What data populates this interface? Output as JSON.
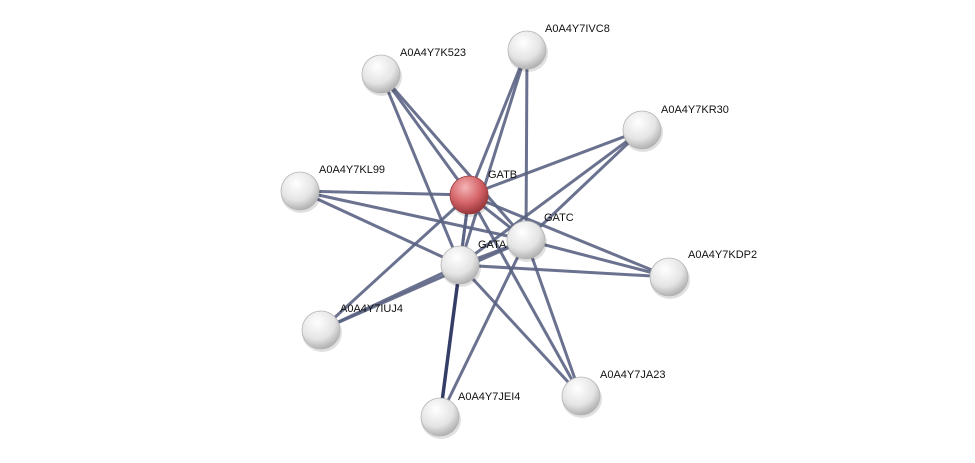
{
  "network": {
    "query_protein": "GATB",
    "colors": {
      "query_node": "#d25a5f",
      "node": "#e8e8e8",
      "edge": "#5b6383",
      "strong_edge": "#2f3760"
    },
    "nodes": [
      {
        "id": "A0A4Y7IVC8",
        "label": "A0A4Y7IVC8"
      },
      {
        "id": "A0A4Y7K523",
        "label": "A0A4Y7K523"
      },
      {
        "id": "A0A4Y7KR30",
        "label": "A0A4Y7KR30"
      },
      {
        "id": "A0A4Y7KL99",
        "label": "A0A4Y7KL99"
      },
      {
        "id": "GATB",
        "label": "GATB"
      },
      {
        "id": "GATC",
        "label": "GATC"
      },
      {
        "id": "GATA",
        "label": "GATA"
      },
      {
        "id": "A0A4Y7KDP2",
        "label": "A0A4Y7KDP2"
      },
      {
        "id": "A0A4Y7IUJ4",
        "label": "A0A4Y7IUJ4"
      },
      {
        "id": "A0A4Y7JA23",
        "label": "A0A4Y7JA23"
      },
      {
        "id": "A0A4Y7JEI4",
        "label": "A0A4Y7JEI4"
      }
    ],
    "edges": [
      [
        "GATB",
        "GATC",
        0.9
      ],
      [
        "GATB",
        "GATA",
        0.9
      ],
      [
        "GATA",
        "GATC",
        0.9
      ],
      [
        "A0A4Y7IVC8",
        "GATB",
        0.7
      ],
      [
        "A0A4Y7IVC8",
        "GATC",
        0.7
      ],
      [
        "A0A4Y7IVC8",
        "GATA",
        0.7
      ],
      [
        "A0A4Y7K523",
        "GATB",
        0.7
      ],
      [
        "A0A4Y7K523",
        "GATC",
        0.7
      ],
      [
        "A0A4Y7K523",
        "GATA",
        0.7
      ],
      [
        "A0A4Y7KR30",
        "GATB",
        0.7
      ],
      [
        "A0A4Y7KR30",
        "GATC",
        0.7
      ],
      [
        "A0A4Y7KR30",
        "GATA",
        0.7
      ],
      [
        "A0A4Y7KL99",
        "GATB",
        0.7
      ],
      [
        "A0A4Y7KL99",
        "GATC",
        0.7
      ],
      [
        "A0A4Y7KL99",
        "GATA",
        0.7
      ],
      [
        "A0A4Y7KDP2",
        "GATB",
        0.7
      ],
      [
        "A0A4Y7KDP2",
        "GATC",
        0.7
      ],
      [
        "A0A4Y7KDP2",
        "GATA",
        0.7
      ],
      [
        "A0A4Y7IUJ4",
        "GATB",
        0.7
      ],
      [
        "A0A4Y7IUJ4",
        "GATC",
        0.7
      ],
      [
        "A0A4Y7IUJ4",
        "GATA",
        0.7
      ],
      [
        "A0A4Y7JA23",
        "GATB",
        0.7
      ],
      [
        "A0A4Y7JA23",
        "GATC",
        0.7
      ],
      [
        "A0A4Y7JA23",
        "GATA",
        0.7
      ],
      [
        "A0A4Y7JEI4",
        "GATB",
        0.7
      ],
      [
        "A0A4Y7JEI4",
        "GATC",
        0.7
      ],
      [
        "A0A4Y7JEI4",
        "GATA",
        0.95
      ]
    ]
  }
}
